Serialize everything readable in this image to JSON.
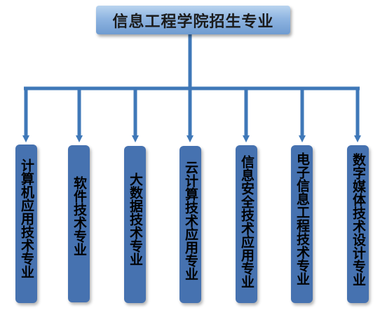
{
  "root": {
    "label": "信息工程学院招生专业"
  },
  "majors": [
    {
      "label": "计算机应用技术专业"
    },
    {
      "label": "软件技术专业"
    },
    {
      "label": "大数据技术专业"
    },
    {
      "label": "云计算技术应用专业"
    },
    {
      "label": "信息安全技术应用专业"
    },
    {
      "label": "电子信息工程技术专业"
    },
    {
      "label": "数字媒体技术设计专业"
    }
  ],
  "colors": {
    "connector": "#3f78b8",
    "major_fill": "#4672b0",
    "title_top": "#b9d4ef",
    "title_bottom": "#6f9bd0"
  }
}
